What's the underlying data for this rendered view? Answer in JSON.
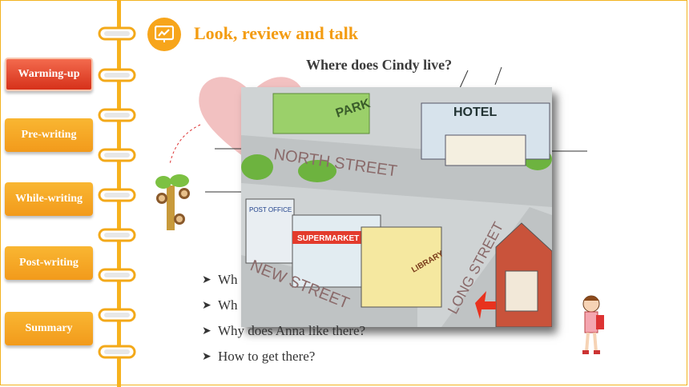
{
  "header": {
    "title": "Look, review and talk",
    "icon": "chart-icon"
  },
  "nav": {
    "items": [
      {
        "label": "Warming-up",
        "active": true
      },
      {
        "label": "Pre-writing",
        "active": false
      },
      {
        "label": "While-writing",
        "active": false
      },
      {
        "label": "Post-writing",
        "active": false
      },
      {
        "label": "Summary",
        "active": false
      }
    ]
  },
  "main": {
    "question": "Where does Cindy live?",
    "map": {
      "signs": {
        "park": "PARK",
        "hotel": "HOTEL",
        "post_office": "POST OFFICE",
        "supermarket": "SUPERMARKET",
        "library": "LIBRARY",
        "north_street": "NORTH STREET",
        "new_street": "NEW STREET",
        "long_street": "LONG STREET"
      }
    },
    "questions": [
      {
        "prefix": "Wh",
        "text": ""
      },
      {
        "prefix": "Wh",
        "text": ""
      },
      {
        "prefix": "Why does Anna like there?",
        "text": ""
      },
      {
        "prefix": "How to get there?",
        "text": ""
      }
    ]
  },
  "colors": {
    "accent": "#f39c12",
    "spine": "#f7b21e",
    "active_nav": "#d6311a",
    "nav": "#f29a1b"
  }
}
